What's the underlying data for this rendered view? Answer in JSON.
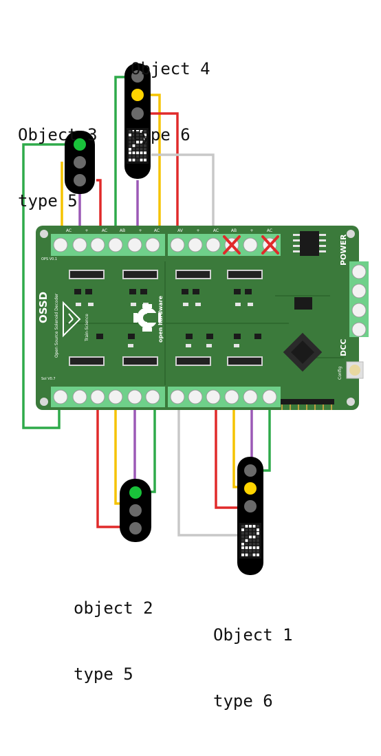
{
  "labels": {
    "object4": {
      "name": "Object 4",
      "type": "type 6"
    },
    "object3": {
      "name": "Object 3",
      "type": "type 5"
    },
    "object2": {
      "name": "object 2",
      "type": "type 5"
    },
    "object1": {
      "name": "Object 1",
      "type": "type 6"
    }
  },
  "board": {
    "title": "OSSD",
    "subtitle": "Open Source Solenoid Decoder",
    "brand": "Train-Science",
    "open_hw": "open hardware",
    "power": "POWER",
    "dcc": "DCC",
    "config": "Config",
    "top_left_pins": [
      "AC",
      "+",
      "AC",
      "AB",
      "+",
      "AC"
    ],
    "top_right_pins": [
      "AV",
      "+",
      "AC",
      "AB",
      "+",
      "AC"
    ],
    "version_top": "OPS V0.1",
    "version_bottom": "Sol V0.7"
  },
  "colors": {
    "board": "#3b7a3b",
    "terminal": "#6fd08a",
    "wire_red": "#e02a2a",
    "wire_yellow": "#f5c300",
    "wire_purple": "#9b59b6",
    "wire_green": "#2eaa4a",
    "wire_gray": "#c8c8c8",
    "lamp_green": "#19c23a",
    "lamp_yellow": "#ffd400",
    "lamp_off": "#6a6a6a"
  }
}
